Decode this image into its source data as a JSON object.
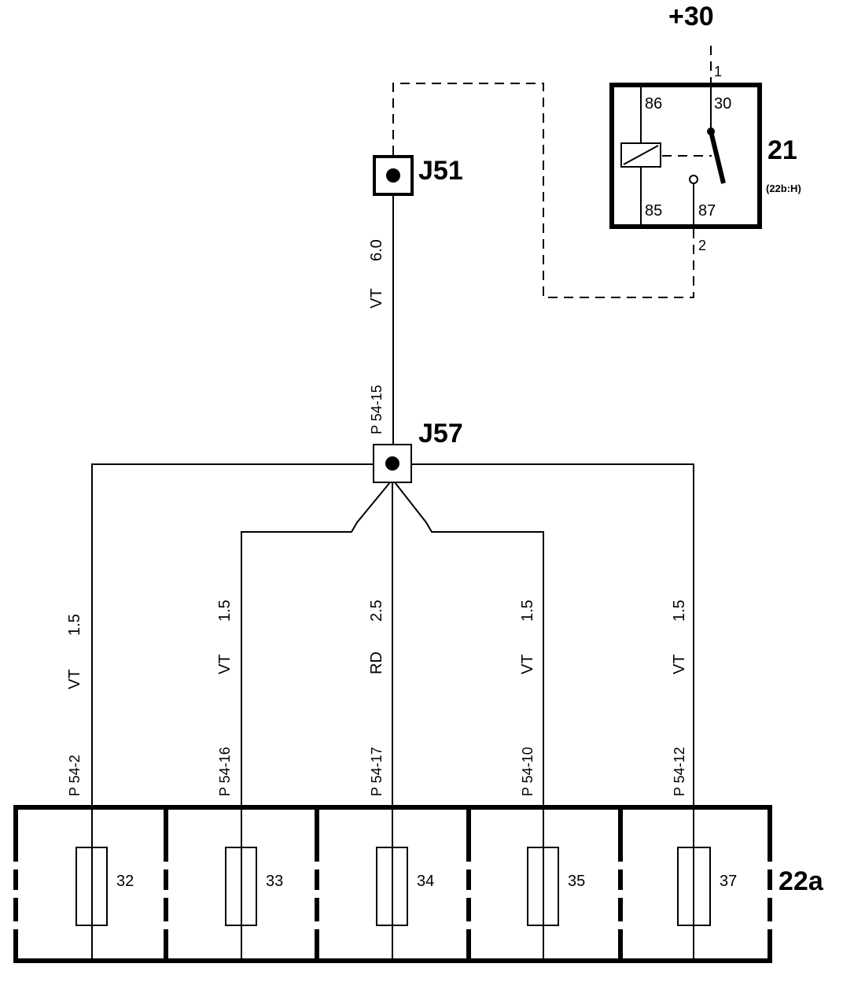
{
  "supply": {
    "label": "+30"
  },
  "relay": {
    "id": "21",
    "ref": "(22b:H)",
    "pins": {
      "p86": "86",
      "p30": "30",
      "p85": "85",
      "p87": "87"
    },
    "in_pin": "1",
    "out_pin": "2"
  },
  "junctions": {
    "j51": "J51",
    "j57": "J57"
  },
  "main_wire": {
    "color": "VT",
    "size": "6.0",
    "connector": "P 54-15"
  },
  "branches": [
    {
      "color": "VT",
      "size": "1.5",
      "connector": "P 54-2",
      "fuse": "32"
    },
    {
      "color": "VT",
      "size": "1.5",
      "connector": "P 54-16",
      "fuse": "33"
    },
    {
      "color": "RD",
      "size": "2.5",
      "connector": "P 54-17",
      "fuse": "34"
    },
    {
      "color": "VT",
      "size": "1.5",
      "connector": "P 54-10",
      "fuse": "35"
    },
    {
      "color": "VT",
      "size": "1.5",
      "connector": "P 54-12",
      "fuse": "37"
    }
  ],
  "fuse_box": {
    "id": "22a"
  }
}
